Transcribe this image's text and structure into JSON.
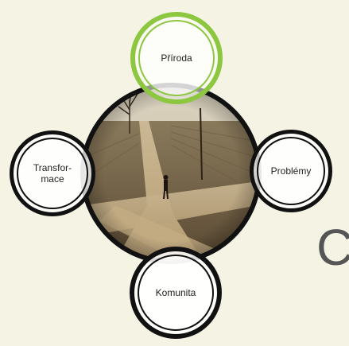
{
  "diagram": {
    "nodes": [
      {
        "id": "priroda",
        "label": "Příroda",
        "accent": "#8dc63f"
      },
      {
        "id": "problemy",
        "label": "Problémy",
        "accent": "#111111"
      },
      {
        "id": "komunita",
        "label": "Komunita",
        "accent": "#111111"
      },
      {
        "id": "transformace",
        "label": "Transfor-\nmace",
        "accent": "#111111"
      }
    ],
    "center_image": "dirt-crossroads-road-photo",
    "partial_heading_letter": "C"
  },
  "colors": {
    "background": "#f4f3e4",
    "ring_dark": "#111111",
    "ring_green": "#8dc63f"
  }
}
